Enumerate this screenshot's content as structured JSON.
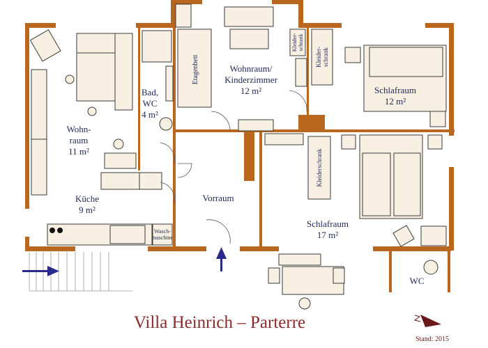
{
  "title": "Villa Heinrich – Parterre",
  "stand": "Stand: 2015",
  "colors": {
    "wall": "#b9661e",
    "furniture": "#f7efe2",
    "label": "#232a5a",
    "title": "#8a2a2a",
    "arrow": "#2a2a8a"
  },
  "rooms": {
    "wohnraum": [
      "Wohn-",
      "raum",
      "11 m²"
    ],
    "kueche": [
      "Küche",
      "9 m²"
    ],
    "bad": [
      "Bad,",
      "WC",
      "4 m²"
    ],
    "kinderzimmer": [
      "Wohnraum/",
      "Kinderzimmer",
      "12 m²"
    ],
    "schlafraum12": [
      "Schlafraum",
      "12 m²"
    ],
    "vorraum": "Vorraum",
    "schlafraum17": [
      "Schlafraum",
      "17 m²"
    ],
    "wc": "WC"
  },
  "furniture": {
    "etagenbett": "Etagenbett",
    "kleiderschrank1": [
      "Kleider-",
      "schrank"
    ],
    "kleiderschrank2": [
      "Kleider-",
      "schrank"
    ],
    "kleiderschrank3": "Kleiderschrank",
    "waschmaschine": [
      "Wasch-",
      "maschine"
    ]
  },
  "icons": [
    "compass-north-arrow-icon",
    "entrance-arrow-icon"
  ]
}
